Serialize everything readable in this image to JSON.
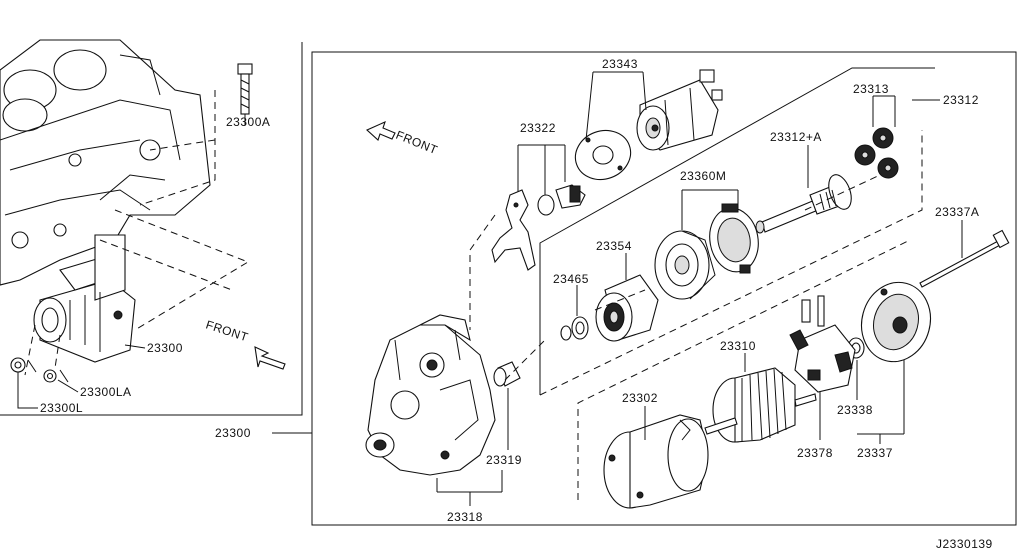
{
  "diagram_id": "J2330139",
  "front_labels": [
    "FRONT",
    "FRONT"
  ],
  "labels": {
    "p23300A": "23300A",
    "p23300_left": "23300",
    "p23300LA": "23300LA",
    "p23300L": "23300L",
    "p23300_main": "23300",
    "p23343": "23343",
    "p23322": "23322",
    "p23313": "23313",
    "p23312": "23312",
    "p23312A": "23312+A",
    "p23360M": "23360M",
    "p23354": "23354",
    "p23465": "23465",
    "p23337A": "23337A",
    "p23310": "23310",
    "p23302": "23302",
    "p23338": "23338",
    "p23378": "23378",
    "p23337": "23337",
    "p23319": "23319",
    "p23318": "23318"
  }
}
